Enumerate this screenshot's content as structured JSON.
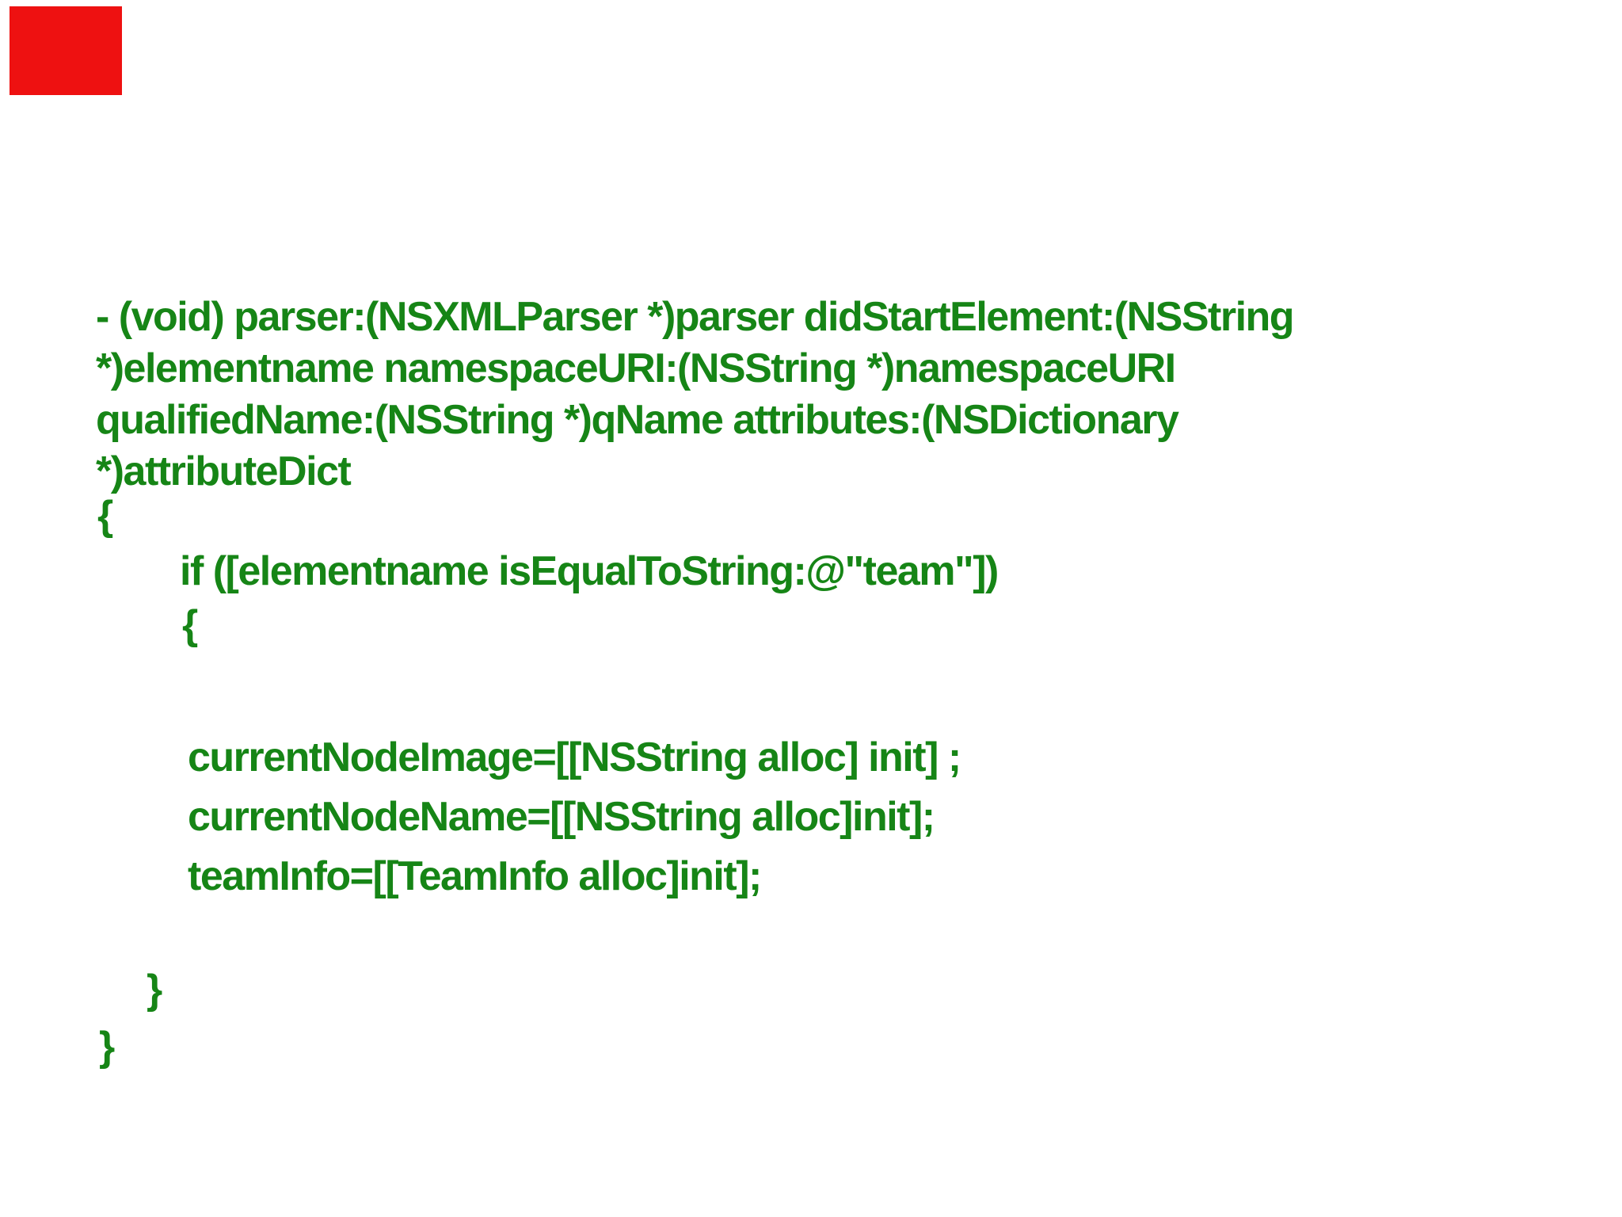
{
  "slide": {
    "background_color": "#ffffff",
    "red_marker_color": "#ee1111",
    "code_text_color": "#168516",
    "code_lines": [
      "- (void) parser:(NSXMLParser *)parser didStartElement:(NSString",
      "*)elementname namespaceURI:(NSString *)namespaceURI",
      "qualifiedName:(NSString *)qName attributes:(NSDictionary",
      "*)attributeDict",
      "{",
      "if ([elementname isEqualToString:@\"team\"])",
      "{",
      "currentNodeImage=[[NSString alloc] init] ;",
      "currentNodeName=[[NSString alloc]init];",
      "teamInfo=[[TeamInfo alloc]init];",
      "}",
      "}"
    ]
  }
}
